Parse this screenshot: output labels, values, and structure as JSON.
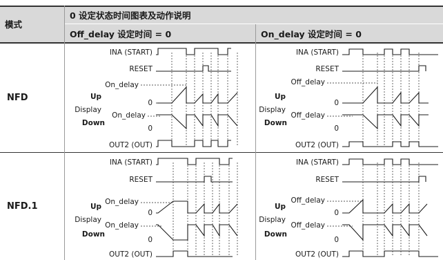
{
  "table": {
    "mode_header": "模式",
    "section_title": "0 设定状态时间图表及动作说明",
    "col_off": "Off_delay 设定时间 = 0",
    "col_on": "On_delay 设定时间 = 0",
    "rows": [
      {
        "mode": "NFD"
      },
      {
        "mode": "NFD.1"
      }
    ]
  },
  "diagram_labels": {
    "ina": "INA (START)",
    "reset": "RESET",
    "on_delay": "On_delay",
    "off_delay": "Off_delay",
    "up": "Up",
    "display": "Display",
    "down": "Down",
    "zero": "0",
    "out2": "OUT2 (OUT)"
  }
}
